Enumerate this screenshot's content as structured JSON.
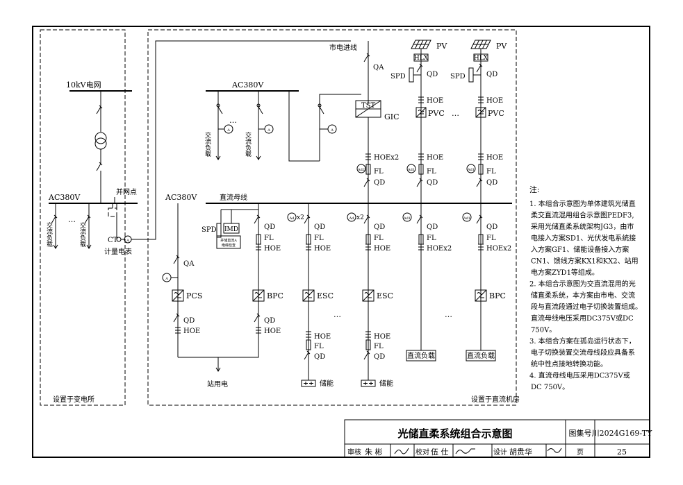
{
  "substation": {
    "grid_label": "10kV电网",
    "bus_label": "AC380V",
    "ac_load_label": "交流负载",
    "grid_point_label": "并网点",
    "ct_label": "CT",
    "meter_label": "计量电表",
    "region_label": "设置于变电所"
  },
  "dc_room": {
    "mains_label": "市电进线",
    "ac_bus_label": "AC380V",
    "ac_bus2_label": "AC380V",
    "dc_bus_label": "直流母线",
    "region_label": "设置于直流机房",
    "station_power_label": "站用电",
    "ac_load_label": "交流负载"
  },
  "symbols": {
    "pv": "PV",
    "qa": "QA",
    "qd": "QD",
    "fl": "FL",
    "hoe": "HOE",
    "hoex2": "HOEx2",
    "hlx": "HLX",
    "spd": "SPD",
    "imd": "IMD",
    "tst": "TST",
    "gic": "GIC",
    "pvc": "PVC",
    "pcs": "PCS",
    "bpc": "BPC",
    "esc": "ESC",
    "x2": "x2",
    "dc_load": "直流负载",
    "storage": "储能",
    "ammeter_a": "A",
    "ammeter_ad": "Ad",
    "ammeter_ad1": "Ad1",
    "ammeter_ad2": "Ad2",
    "ellipsis": "…",
    "imd_note_1": "并储直流A",
    "imd_note_2": "绝缘检查"
  },
  "notes": {
    "heading": "注:",
    "lines": [
      "1. 本组合示意图为单体建筑光储直",
      "柔交直流混用组合示意图PEDF3,",
      "采用光储直柔系统架构JG3，由市",
      "电接入方案SD1、光伏发电系统接",
      "入方案GF1、储能设备接入方案",
      "CN1、馈线方案KX1和KX2、站用",
      "电方案ZYD1等组成。",
      "2. 本组合示意图为交直流混用的光",
      "储直柔系统，本方案由市电、交流",
      "段与直流段通过电子切换装置组成。",
      "直流母线电压采用DC375V或DC",
      "750V。",
      "3. 本组合方案在孤岛运行状态下，",
      "电子切换装置交流母线段应具备系",
      "统中性点接地转换功能。",
      "4. 直流母线电压采用DC375V或",
      "DC 750V。"
    ]
  },
  "title_block": {
    "title": "光储直柔系统组合示意图",
    "atlas_label": "图集号",
    "atlas_no": "川2024G169-TY",
    "review_label": "审核",
    "reviewer": "朱 彬",
    "proof_label": "校对",
    "proofreader": "伍 仕",
    "design_label": "设计",
    "designer": "胡贵华",
    "page_label": "页",
    "page_no": "25"
  }
}
